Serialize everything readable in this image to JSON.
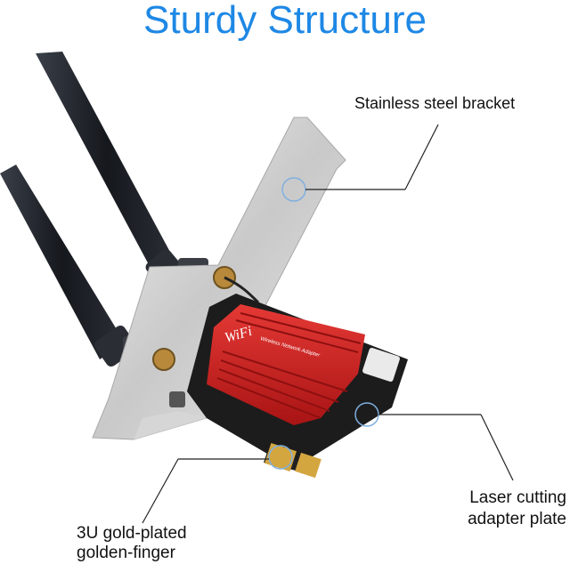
{
  "title": "Sturdy Structure",
  "callouts": {
    "bracket": "Stainless steel bracket",
    "laser": [
      "Laser cutting",
      "adapter plate"
    ],
    "gold": [
      "3U gold-plated",
      "golden-finger"
    ]
  },
  "board": {
    "heatsink_label": "WiFi",
    "heatsink_sublabel": "Wireless Network Adapter"
  },
  "colors": {
    "title": "#1e88e5",
    "heatsink": "#d42020",
    "pcb": "#1c1c1c",
    "antenna": "#1b1e24",
    "gold": "#d4a640",
    "marker": "#7fb0e0"
  }
}
